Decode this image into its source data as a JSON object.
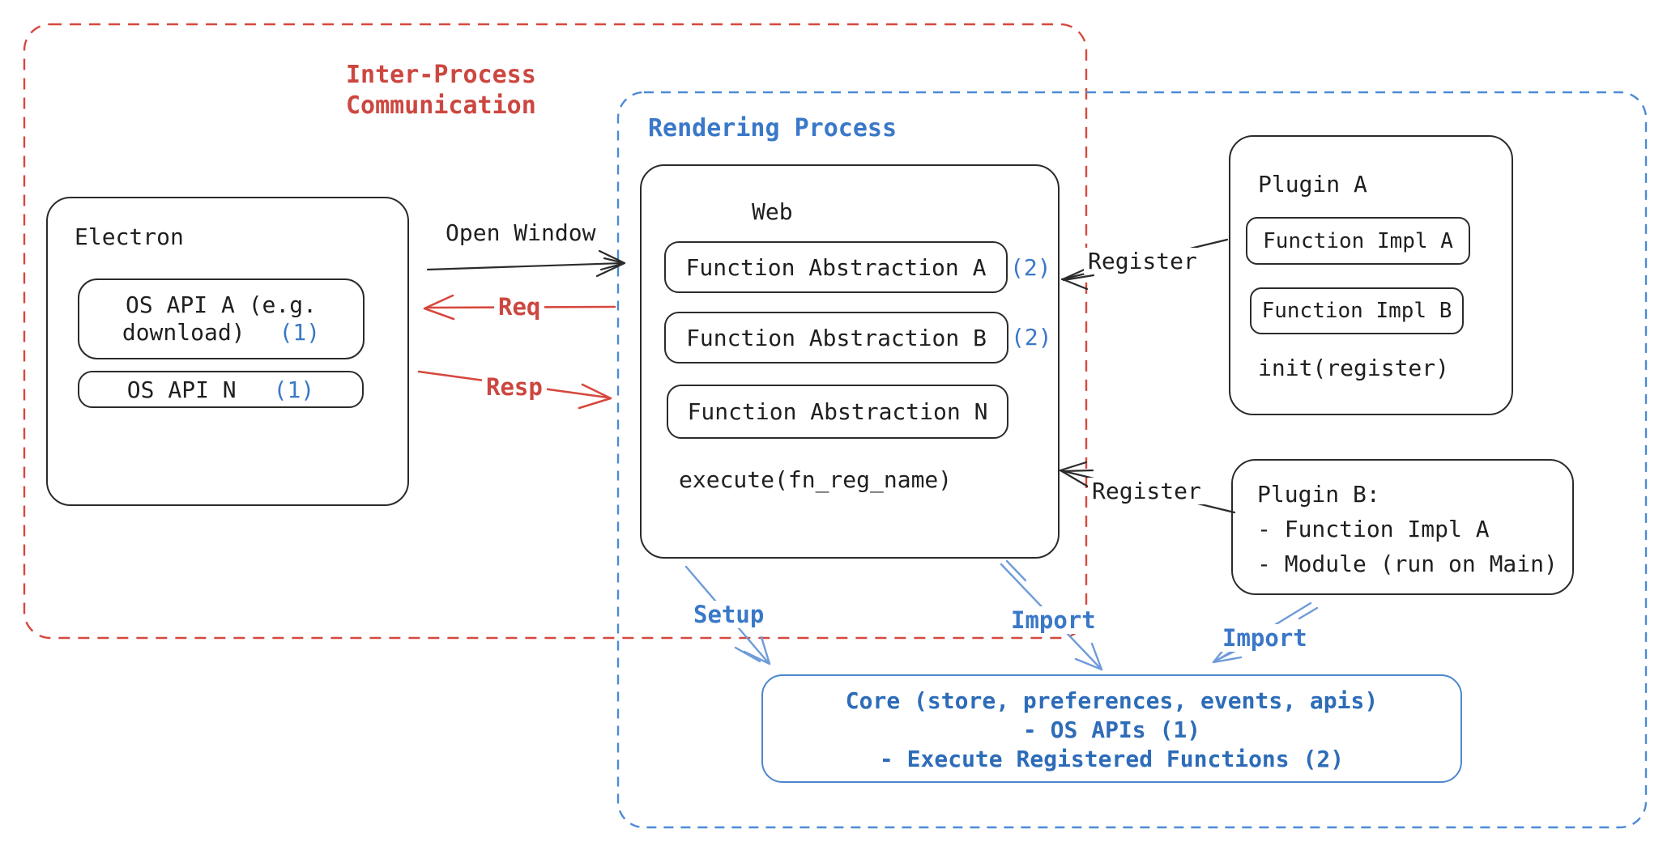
{
  "regions": {
    "ipc_label": "Inter-Process\nCommunication",
    "rendering_label": "Rendering Process"
  },
  "electron": {
    "title": "Electron",
    "os_api_a_line1": "OS API A (e.g.",
    "os_api_a_line2": "download)",
    "os_api_a_badge": "(1)",
    "os_api_n_label": "OS API N",
    "os_api_n_badge": "(1)"
  },
  "web": {
    "title": "Web",
    "items": [
      {
        "label": "Function Abstraction A",
        "badge": "(2)"
      },
      {
        "label": "Function Abstraction B",
        "badge": "(2)"
      },
      {
        "label": "Function Abstraction N",
        "badge": ""
      }
    ],
    "execute_label": "execute(fn_reg_name)"
  },
  "plugin_a": {
    "title": "Plugin A",
    "impl_a": "Function Impl A",
    "impl_b": "Function Impl B",
    "init_label": "init(register)"
  },
  "plugin_b": {
    "lines": [
      "Plugin B:",
      "- Function Impl A",
      "- Module (run on Main)"
    ]
  },
  "core": {
    "lines": [
      "Core (store, preferences, events, apis)",
      "- OS APIs (1)",
      "- Execute Registered Functions (2)"
    ]
  },
  "arrows": {
    "open_window": "Open Window",
    "req": "Req",
    "resp": "Resp",
    "register_top": "Register",
    "register_bottom": "Register",
    "setup": "Setup",
    "import_left": "Import",
    "import_right": "Import"
  },
  "colors": {
    "black_stroke": "#2b2b2b",
    "red": "#cc4740",
    "red_dash": "#d6483e",
    "blue_text": "#3a78c8",
    "blue_dash": "#4d8ad6",
    "blue_arrow": "#6f9bd9",
    "core_border": "#4c86cf",
    "core_text": "#2d6cb8",
    "background": "#ffffff"
  }
}
